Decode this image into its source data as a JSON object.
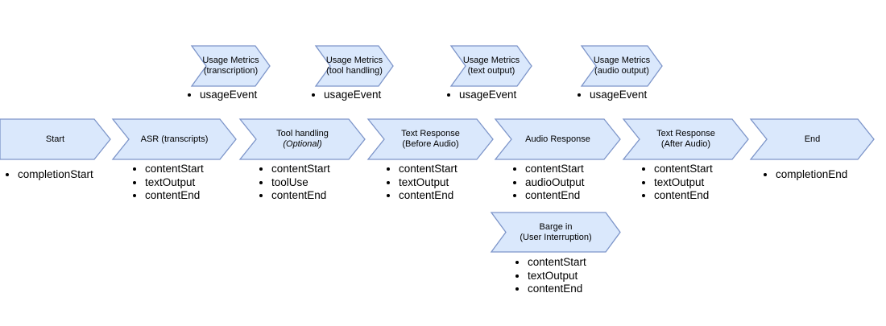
{
  "colors": {
    "shape_fill": "#dae8fc",
    "shape_stroke": "#7d95c9",
    "text": "#000000",
    "background": "#ffffff"
  },
  "usage_metrics": [
    {
      "title": "Usage Metrics",
      "subtitle": "(transcription)",
      "events": [
        "usageEvent"
      ]
    },
    {
      "title": "Usage Metrics",
      "subtitle": "(tool handling)",
      "events": [
        "usageEvent"
      ]
    },
    {
      "title": "Usage Metrics",
      "subtitle": "(text output)",
      "events": [
        "usageEvent"
      ]
    },
    {
      "title": "Usage Metrics",
      "subtitle": "(audio output)",
      "events": [
        "usageEvent"
      ]
    }
  ],
  "main_flow": [
    {
      "title": "Start",
      "events": [
        "completionStart"
      ]
    },
    {
      "title": "ASR (transcripts)",
      "events": [
        "contentStart",
        "textOutput",
        "contentEnd"
      ]
    },
    {
      "title": "Tool handling",
      "subtitle": "(Optional)",
      "events": [
        "contentStart",
        "toolUse",
        "contentEnd"
      ]
    },
    {
      "title": "Text Response",
      "subtitle": "(Before Audio)",
      "events": [
        "contentStart",
        "textOutput",
        "contentEnd"
      ]
    },
    {
      "title": "Audio Response",
      "events": [
        "contentStart",
        "audioOutput",
        "contentEnd"
      ]
    },
    {
      "title": "Text Response",
      "subtitle": "(After Audio)",
      "events": [
        "contentStart",
        "textOutput",
        "contentEnd"
      ]
    },
    {
      "title": "End",
      "events": [
        "completionEnd"
      ]
    }
  ],
  "barge_in": {
    "title": "Barge in",
    "subtitle": "(User Interruption)",
    "events": [
      "contentStart",
      "textOutput",
      "contentEnd"
    ]
  }
}
